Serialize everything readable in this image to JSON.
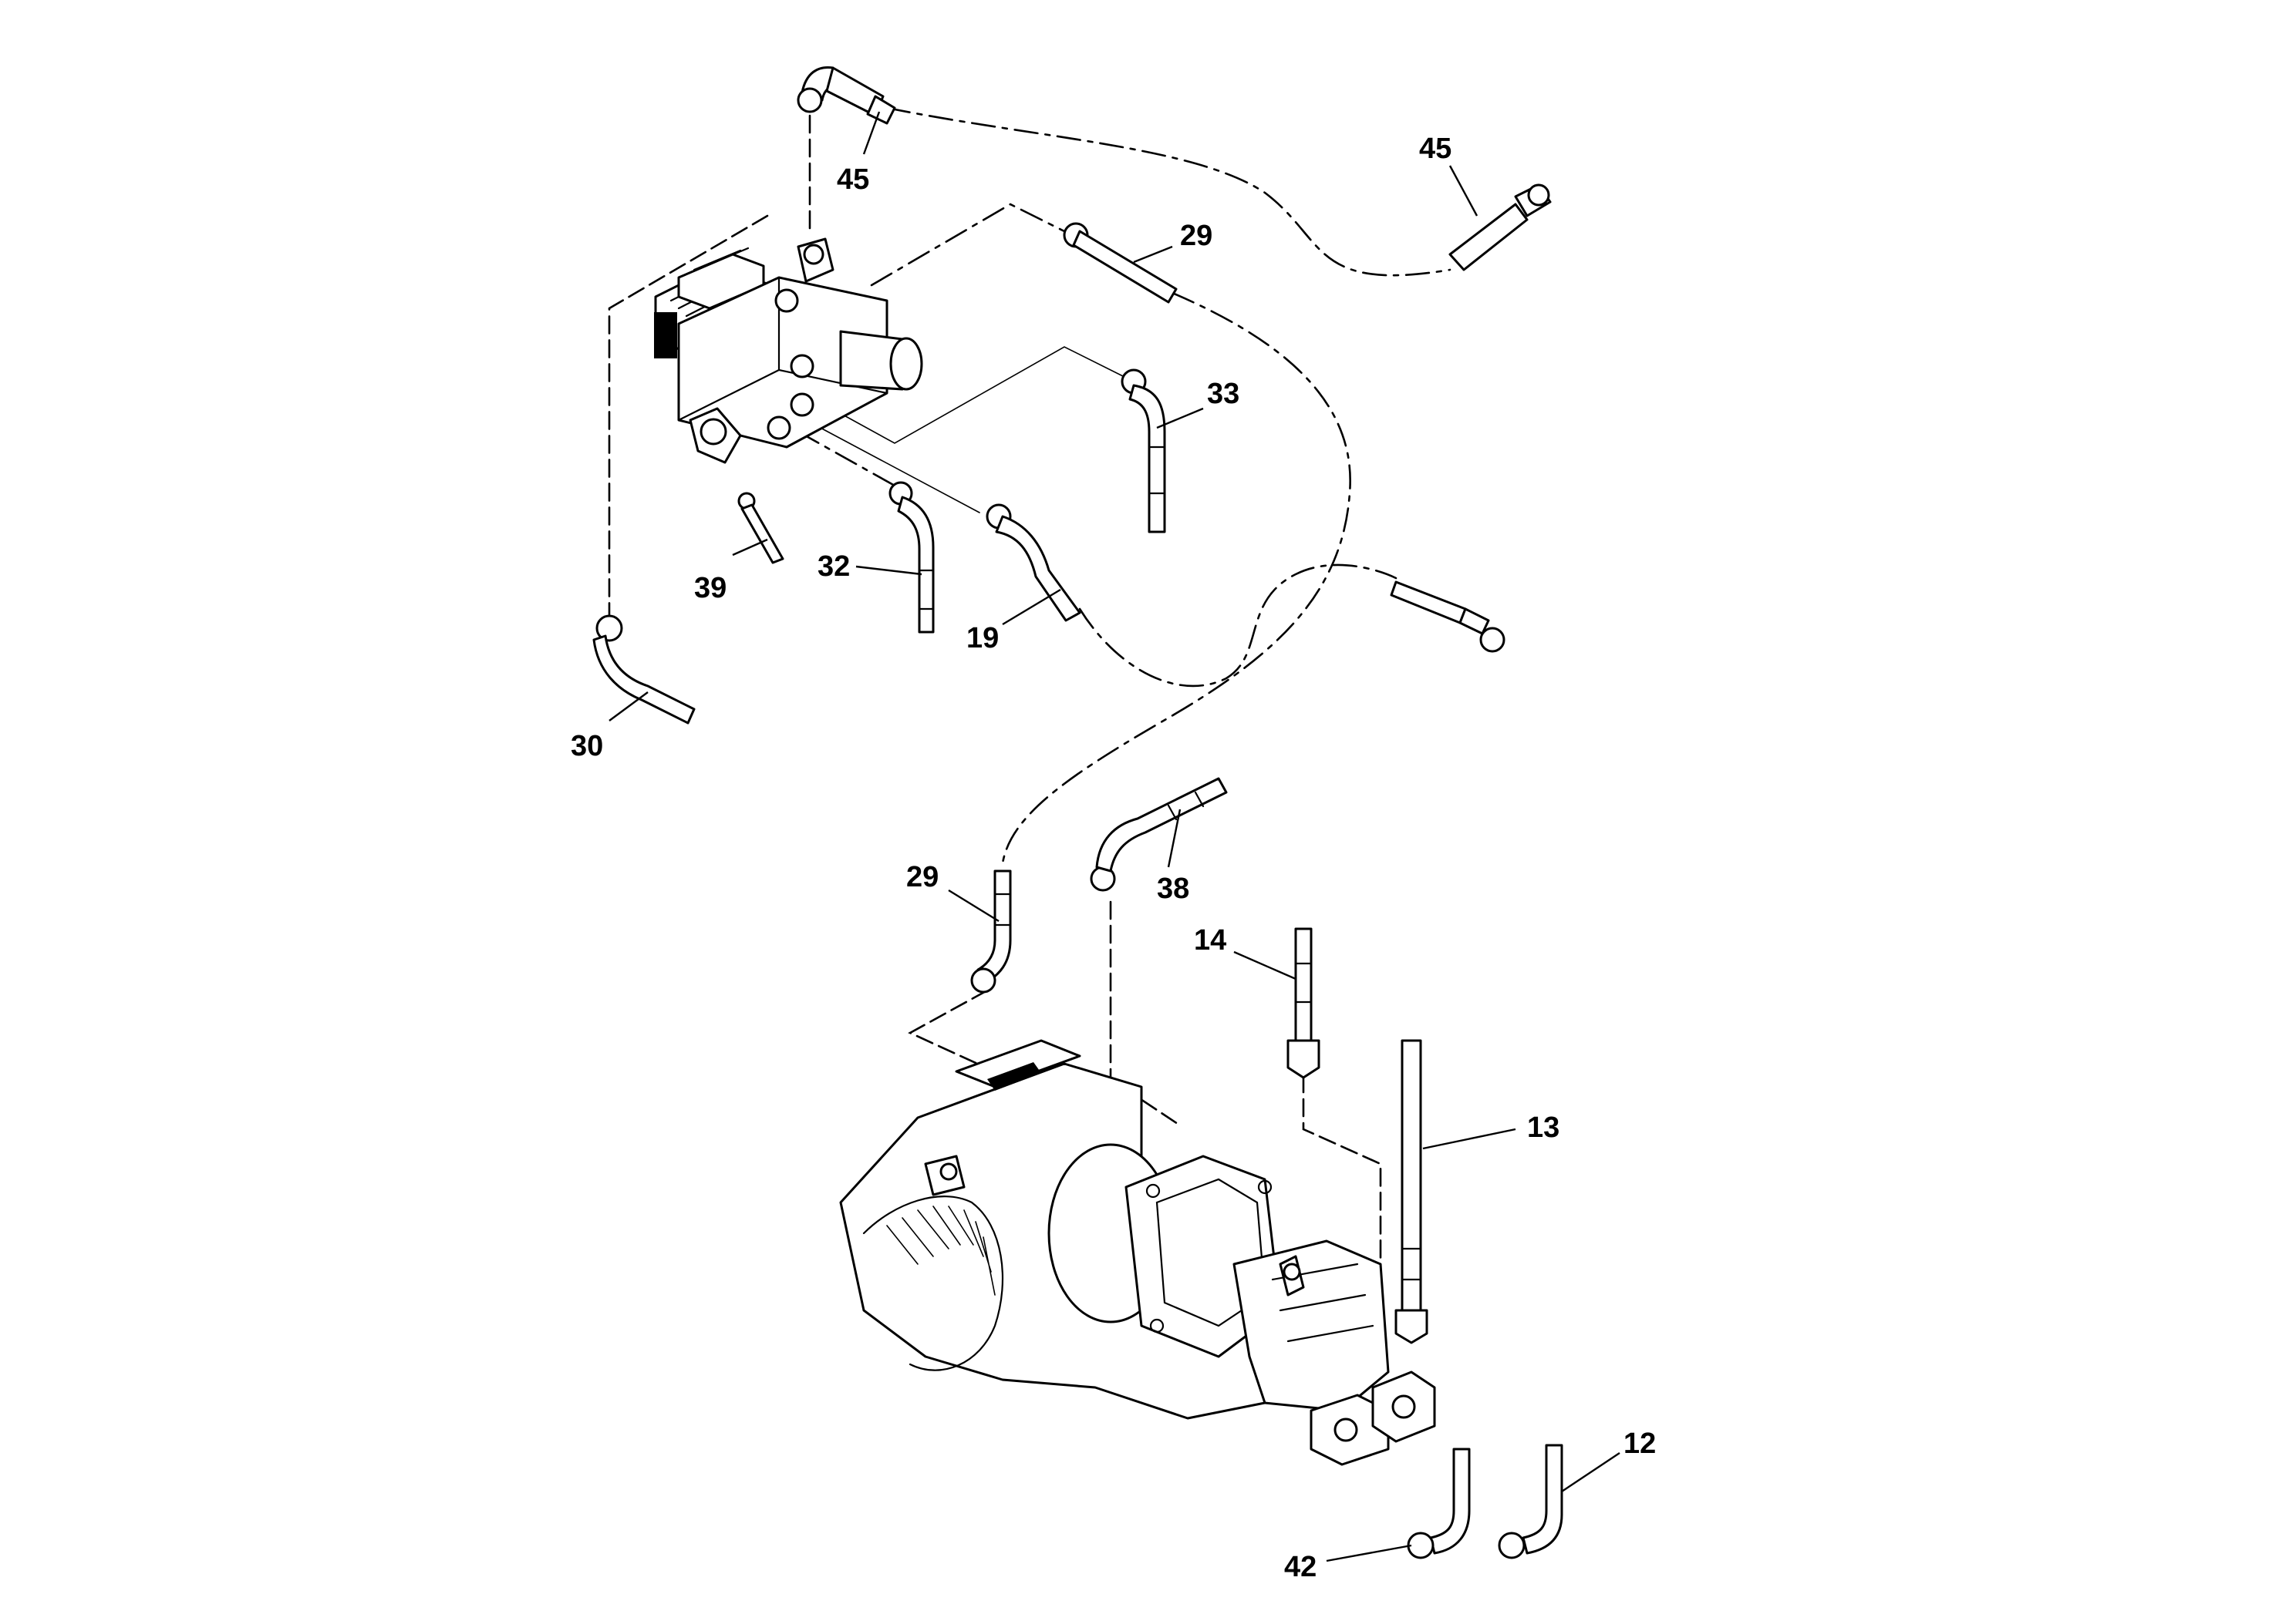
{
  "diagram": {
    "callouts": [
      {
        "id": "45a",
        "label": "45"
      },
      {
        "id": "45b",
        "label": "45"
      },
      {
        "id": "29a",
        "label": "29"
      },
      {
        "id": "33",
        "label": "33"
      },
      {
        "id": "39",
        "label": "39"
      },
      {
        "id": "32",
        "label": "32"
      },
      {
        "id": "19",
        "label": "19"
      },
      {
        "id": "30",
        "label": "30"
      },
      {
        "id": "29b",
        "label": "29"
      },
      {
        "id": "38",
        "label": "38"
      },
      {
        "id": "14",
        "label": "14"
      },
      {
        "id": "13",
        "label": "13"
      },
      {
        "id": "12",
        "label": "12"
      },
      {
        "id": "42",
        "label": "42"
      }
    ]
  }
}
